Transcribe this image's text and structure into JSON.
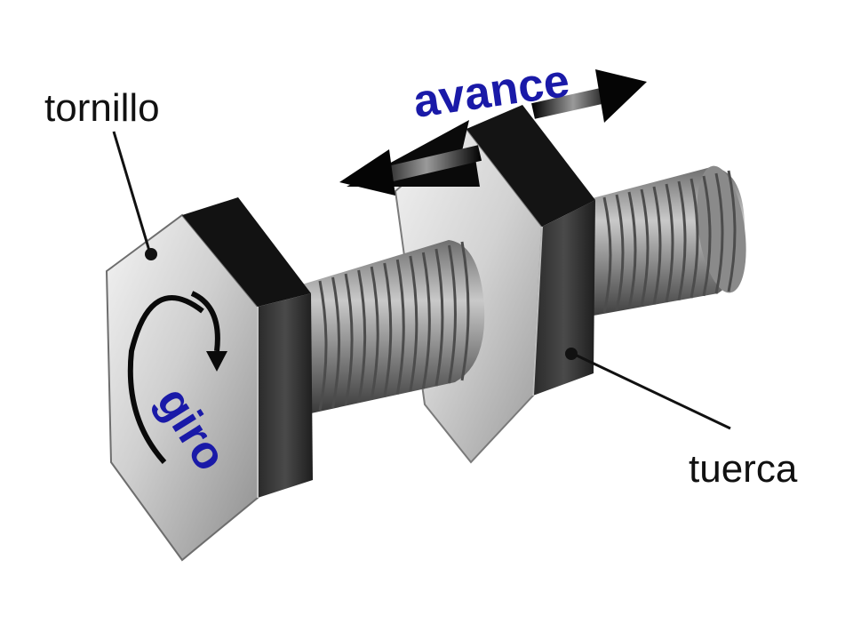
{
  "labels": {
    "screw": "tornillo",
    "nut": "tuerca",
    "advance": "avance",
    "rotation": "giro"
  },
  "colors": {
    "label_text": "#111111",
    "accent_text": "#1a1aa8",
    "arrow": "#0a0a0a",
    "metal_dark": "#151515",
    "metal_light": "#e8e8e8",
    "thread": "#8c8c8c"
  },
  "icons": {
    "rotation": "curved-arrow-icon",
    "advance": "double-headed-arrow-icon"
  }
}
